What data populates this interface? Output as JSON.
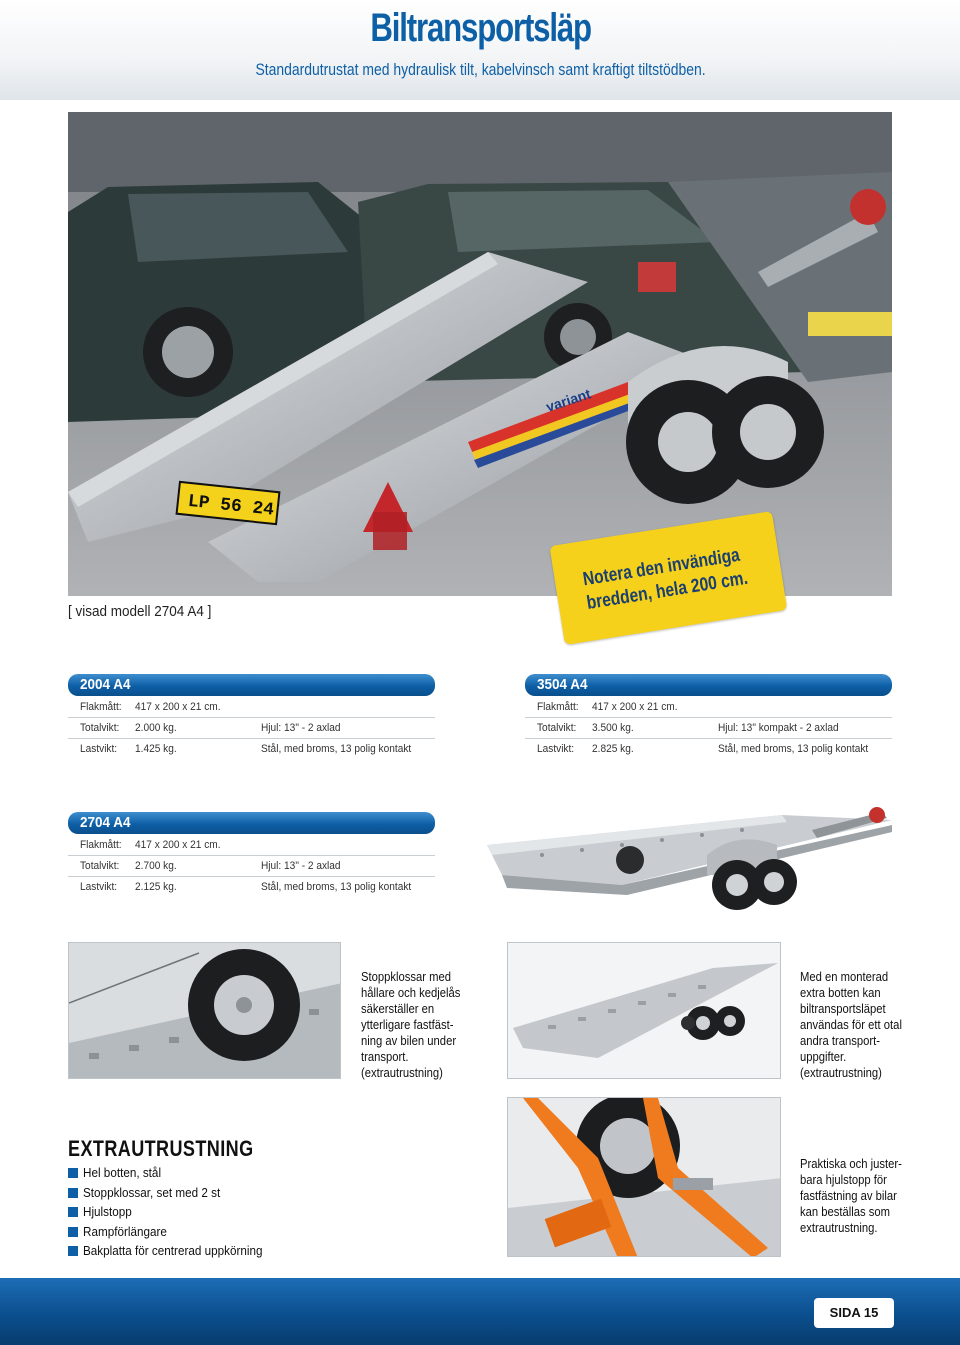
{
  "header": {
    "title": "Biltransportsläp",
    "subtitle": "Standardutrustat med hydraulisk tilt, kabelvinsch samt kraftigt tiltstödben."
  },
  "main_photo": {
    "caption": "[ visad modell 2704 A4 ]",
    "note_line1": "Notera den invändiga",
    "note_line2": "bredden, hela 200 cm.",
    "plate_text": "LP 56 24",
    "brand_text": "variant",
    "badge_color": "#f5d11b"
  },
  "models": [
    {
      "name": "2004 A4",
      "rows": [
        {
          "label": "Flakmått:",
          "value": "417 x 200 x 21 cm.",
          "extra": ""
        },
        {
          "label": "Totalvikt:",
          "value": "2.000 kg.",
          "extra": "Hjul: 13\" - 2 axlad"
        },
        {
          "label": "Lastvikt:",
          "value": "1.425 kg.",
          "extra": "Stål, med broms, 13 polig kontakt"
        }
      ]
    },
    {
      "name": "3504 A4",
      "rows": [
        {
          "label": "Flakmått:",
          "value": "417 x 200 x 21 cm.",
          "extra": ""
        },
        {
          "label": "Totalvikt:",
          "value": "3.500 kg.",
          "extra": "Hjul: 13\" kompakt - 2 axlad"
        },
        {
          "label": "Lastvikt:",
          "value": "2.825 kg.",
          "extra": "Stål, med broms, 13 polig kontakt"
        }
      ]
    },
    {
      "name": "2704 A4",
      "rows": [
        {
          "label": "Flakmått:",
          "value": "417 x 200 x 21 cm.",
          "extra": ""
        },
        {
          "label": "Totalvikt:",
          "value": "2.700 kg.",
          "extra": "Hjul: 13\" - 2 axlad"
        },
        {
          "label": "Lastvikt:",
          "value": "2.125 kg.",
          "extra": "Stål, med broms, 13 polig kontakt"
        }
      ]
    }
  ],
  "accessories": {
    "stopp_text": [
      "Stoppklossar med",
      "hållare och kedjelås",
      "säkerställer en",
      "ytterligare fastfäst-",
      "ning av bilen under",
      "transport.",
      "(extrautrustning)"
    ],
    "botten_text": [
      "Med en monterad",
      "extra botten kan",
      "biltransportsläpet",
      "användas för ett otal",
      "andra transport-",
      "uppgifter.",
      "(extrautrustning)"
    ],
    "hjulstopp_text": [
      "Praktiska och juster-",
      "bara hjulstopp för",
      "fastfästning av bilar",
      "kan beställas som",
      "extrautrustning."
    ]
  },
  "extra": {
    "title": "EXTRAUTRUSTNING",
    "items": [
      "Hel botten, stål",
      "Stoppklossar, set med 2 st",
      "Hjulstopp",
      "Rampförlängare",
      "Bakplatta för centrerad uppkörning"
    ]
  },
  "footer": {
    "page_label": "SIDA 15"
  },
  "colors": {
    "brand_blue": "#0d5fa6",
    "badge_yellow": "#f5d11b",
    "strap_orange": "#f07a1e"
  }
}
